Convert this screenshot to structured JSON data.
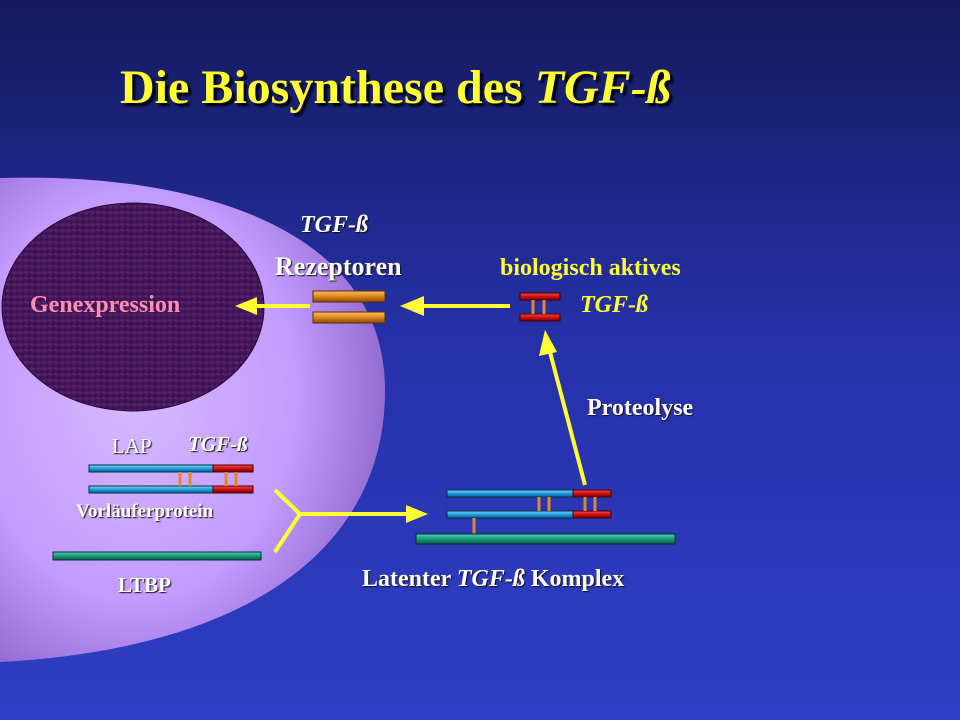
{
  "title": {
    "text": "Die Biosynthese des ",
    "italic": "TGF-ß"
  },
  "labels": {
    "receptor_line1": "TGF-ß",
    "receptor_line2": "Rezeptoren",
    "active_line1": "biologisch aktives",
    "active_line2": "TGF-ß",
    "genexpression": "Genexpression",
    "proteolyse": "Proteolyse",
    "lap": "LAP",
    "tgf_small": "TGF-ß",
    "vorlaeufer": "Vorläuferprotein",
    "ltbp": "LTBP",
    "latent_pre": "Latenter ",
    "latent_italic": "TGF-ß",
    "latent_post": " Komplex"
  },
  "colors": {
    "background_top": "#141a5c",
    "background_bottom": "#2f3ec6",
    "cell": "#c39bff",
    "nucleus": "#4a1a60",
    "title": "#ffff33",
    "arrow": "#ffff33",
    "lap_bar": "#2aa8e6",
    "tgf_bar": "#cc1010",
    "ltbp_bar": "#1a9a7a",
    "receptor": "#d9861e",
    "genexpression": "#ff8fb0"
  }
}
